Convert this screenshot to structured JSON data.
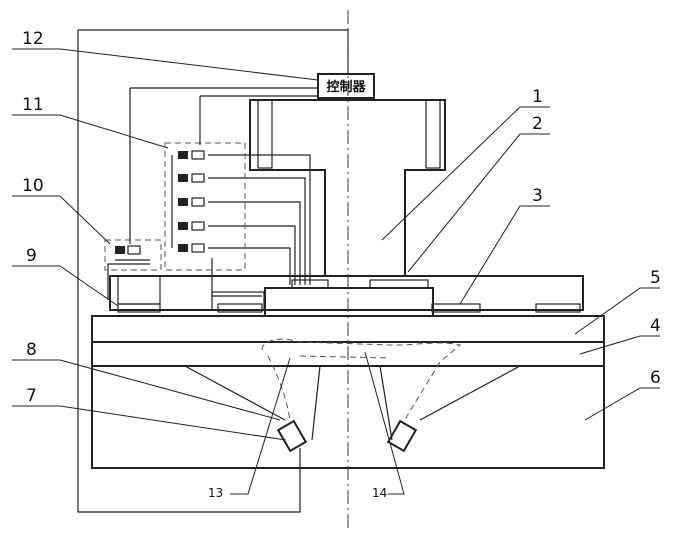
{
  "controller_label": "控制器",
  "callouts": [
    {
      "id": "1",
      "text": "1"
    },
    {
      "id": "2",
      "text": "2"
    },
    {
      "id": "3",
      "text": "3"
    },
    {
      "id": "4",
      "text": "4"
    },
    {
      "id": "5",
      "text": "5"
    },
    {
      "id": "6",
      "text": "6"
    },
    {
      "id": "7",
      "text": "7"
    },
    {
      "id": "8",
      "text": "8"
    },
    {
      "id": "9",
      "text": "9"
    },
    {
      "id": "10",
      "text": "10"
    },
    {
      "id": "11",
      "text": "11"
    },
    {
      "id": "12",
      "text": "12"
    },
    {
      "id": "13",
      "text": "13"
    },
    {
      "id": "14",
      "text": "14"
    }
  ]
}
